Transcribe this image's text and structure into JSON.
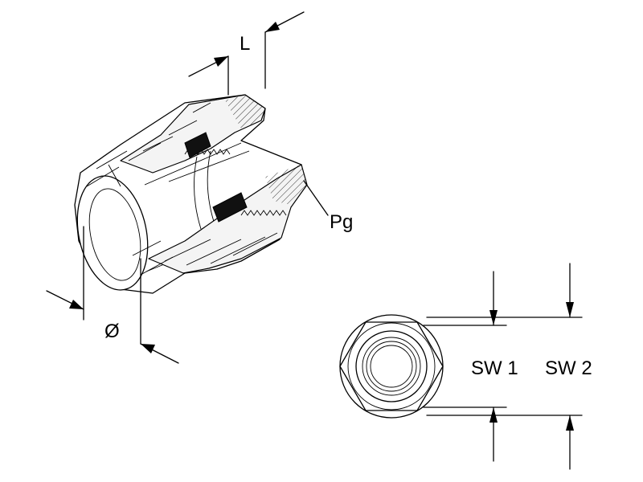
{
  "labels": {
    "length": "L",
    "thread": "Pg",
    "diameter": "Ø",
    "wrench_size_1": "SW 1",
    "wrench_size_2": "SW 2"
  }
}
